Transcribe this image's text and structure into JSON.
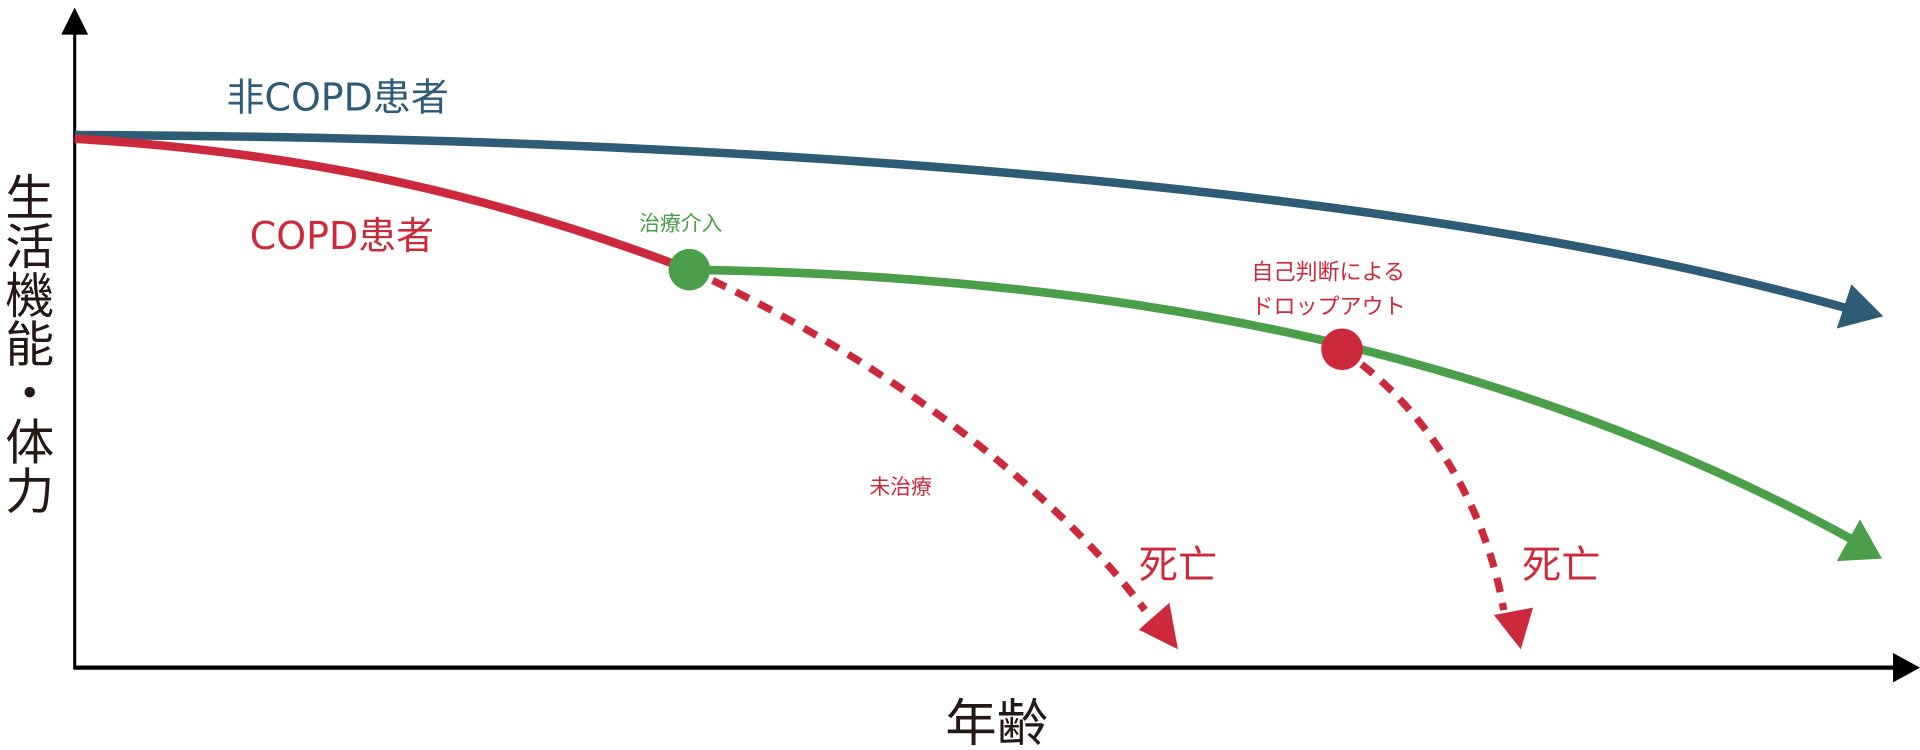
{
  "axes": {
    "y_label": "生活機能・体力",
    "x_label": "年齢"
  },
  "series": {
    "non_copd": {
      "label": "非COPD患者",
      "color": "#2e5b75"
    },
    "copd": {
      "label": "COPD患者",
      "color": "#cc2a3c"
    },
    "treated": {
      "color": "#4b9e4a"
    }
  },
  "annotations": {
    "intervention": "治療介入",
    "dropout_line1": "自己判断による",
    "dropout_line2": "ドロップアウト",
    "untreated": "未治療",
    "death_1": "死亡",
    "death_2": "死亡"
  }
}
